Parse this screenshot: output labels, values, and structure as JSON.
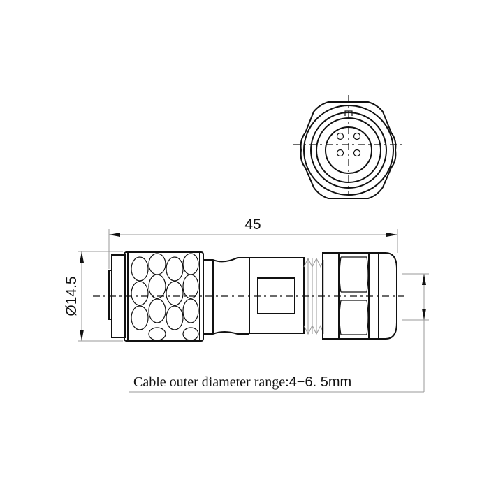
{
  "drawing": {
    "type": "connector-technical-drawing",
    "views": [
      "front-view",
      "side-view"
    ],
    "front_view": {
      "pin_count": 4
    },
    "dimensions": {
      "length": "45",
      "diameter": "Ø14.5"
    },
    "note": {
      "prefix": "Cable outer  diameter range:",
      "value": "4−6. 5mm"
    },
    "colors": {
      "line": "#111111",
      "dimension_line": "#999999",
      "background": "#ffffff"
    }
  }
}
